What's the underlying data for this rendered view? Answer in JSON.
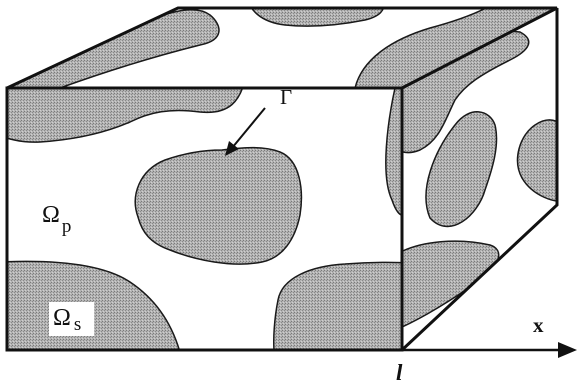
{
  "labels": {
    "interface": "Γ",
    "pore_symbol": "Ω",
    "pore_subscript": "p",
    "solid_symbol": "Ω",
    "solid_subscript": "s",
    "axis": "x",
    "length": "l"
  },
  "colors": {
    "grain_fill": "#a9a9a9",
    "grain_stroke": "#1a1a1a",
    "edge": "#111111",
    "background": "#ffffff"
  }
}
